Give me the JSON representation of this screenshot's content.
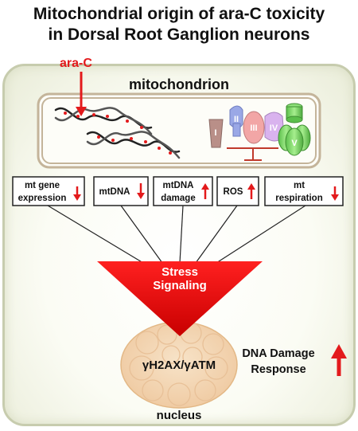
{
  "title": {
    "line1": "Mitochondrial origin of ara-C toxicity",
    "line2": "in Dorsal Root Ganglion neurons"
  },
  "drug_label": "ara-C",
  "mitochondrion_label": "mitochondrion",
  "complexes": [
    "I",
    "II",
    "III",
    "IV",
    "V"
  ],
  "effects": [
    {
      "line1": "mt gene",
      "line2": "expression",
      "direction": "down"
    },
    {
      "line1": "mtDNA",
      "line2": "",
      "direction": "down"
    },
    {
      "line1": "mtDNA",
      "line2": "damage",
      "direction": "up"
    },
    {
      "line1": "ROS",
      "line2": "",
      "direction": "up"
    },
    {
      "line1": "mt",
      "line2": "respiration",
      "direction": "down"
    }
  ],
  "stress": {
    "line1": "Stress",
    "line2": "Signaling"
  },
  "nucleus_marker": "γH2AX/γATM",
  "nucleus_label": "nucleus",
  "response": {
    "line1": "DNA Damage",
    "line2": "Response",
    "direction": "up"
  },
  "colors": {
    "accent_red": "#e31a1c",
    "cell_border": "#c7ccae",
    "nucleus_fill": "#f3d6b4",
    "complex_I": "#b98f88",
    "complex_II": "#9aa8e6",
    "complex_III": "#f2a6a6",
    "complex_IV": "#d9b3ee",
    "complex_V": "#7dd36b"
  }
}
